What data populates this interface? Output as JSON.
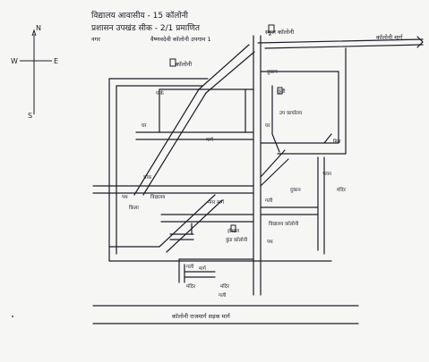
{
  "header": {
    "line1": "विद्यालय आवासीय - 15 कॉलोनी",
    "line2": "प्रशासन उपखंड सीक - 2/1 प्रमाणित",
    "line3_left": "नगर",
    "line3_right": "वैष्णवदेवी कॉलोनी उपगाम 1"
  },
  "compass": {
    "n": "N",
    "s": "S",
    "e": "E",
    "w": "W"
  },
  "labels": {
    "top_school": "स्कूल कॉलोनी",
    "arrow_right": "कॉलोनी मार्ग",
    "colony_a": "कॉलोनी",
    "park": "पार्क",
    "shop": "दुकान",
    "side_label": "कुंडी",
    "office": "उप कार्यालय",
    "ghar": "घर",
    "ghar2": "घर",
    "street_mid": "मार्ग",
    "mill": "मिल",
    "bhawan": "भवन",
    "near_mandir": "मंदिर",
    "left_road": "पथ",
    "kila": "किला",
    "school2": "विद्यालय",
    "nagar_road": "नगर मार्ग",
    "colony_b": "चौक",
    "gali": "गली",
    "shop_block": "दुकान",
    "hostel": "हॉस्टल",
    "block_colony": "कुंड कॉलोनी",
    "vidyalay_colony": "विद्यालय कॉलोनी",
    "lower_a": "पथ",
    "lower_b": "गली",
    "lower_c": "मार्ग",
    "lower_d": "मंदिर",
    "lower_e": "मंदिर",
    "lower_f": "गली",
    "bottom_road": "कॉलोनी राजमार्ग सड़क मार्ग"
  }
}
